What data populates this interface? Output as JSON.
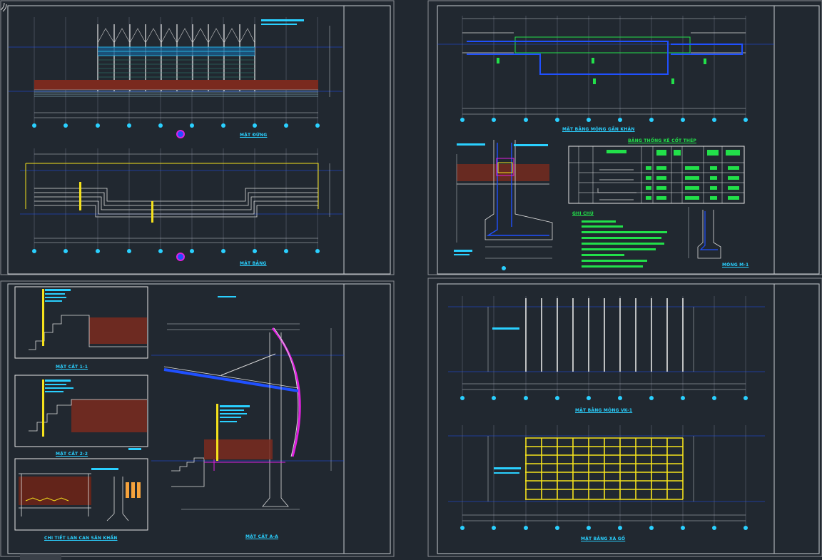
{
  "colors": {
    "background": "#212830",
    "frame": "#c8ccd0",
    "cyan": "#2ad0ff",
    "green": "#22e04a",
    "yellow": "#f5e21c",
    "brown": "#8b2e22",
    "blue": "#2050ff",
    "magenta": "#e020e0"
  },
  "sheets": {
    "top_left": {
      "view1_title": "MẶT ĐỨNG",
      "view2_title": "MẶT BẰNG"
    },
    "top_right": {
      "view1_title": "MẶT BẰNG MÓNG GẦN KHÁN",
      "table_title": "BẢNG THỐNG KÊ CỐT THÉP",
      "notes_title": "GHI CHÚ",
      "detail_title": "MÓNG M-1"
    },
    "bottom_left": {
      "section1_title": "MẶT CẮT 1-1",
      "section2_title": "MẶT CẮT 2-2",
      "detail_title": "CHI TIẾT LAN CAN SÂN KHẤN",
      "section_aa_title": "MẶT CẮT A-A"
    },
    "bottom_right": {
      "view1_title": "MẶT BẰNG MÓNG VK-1",
      "view2_title": "MẶT BẰNG XÀ GỒ"
    }
  }
}
